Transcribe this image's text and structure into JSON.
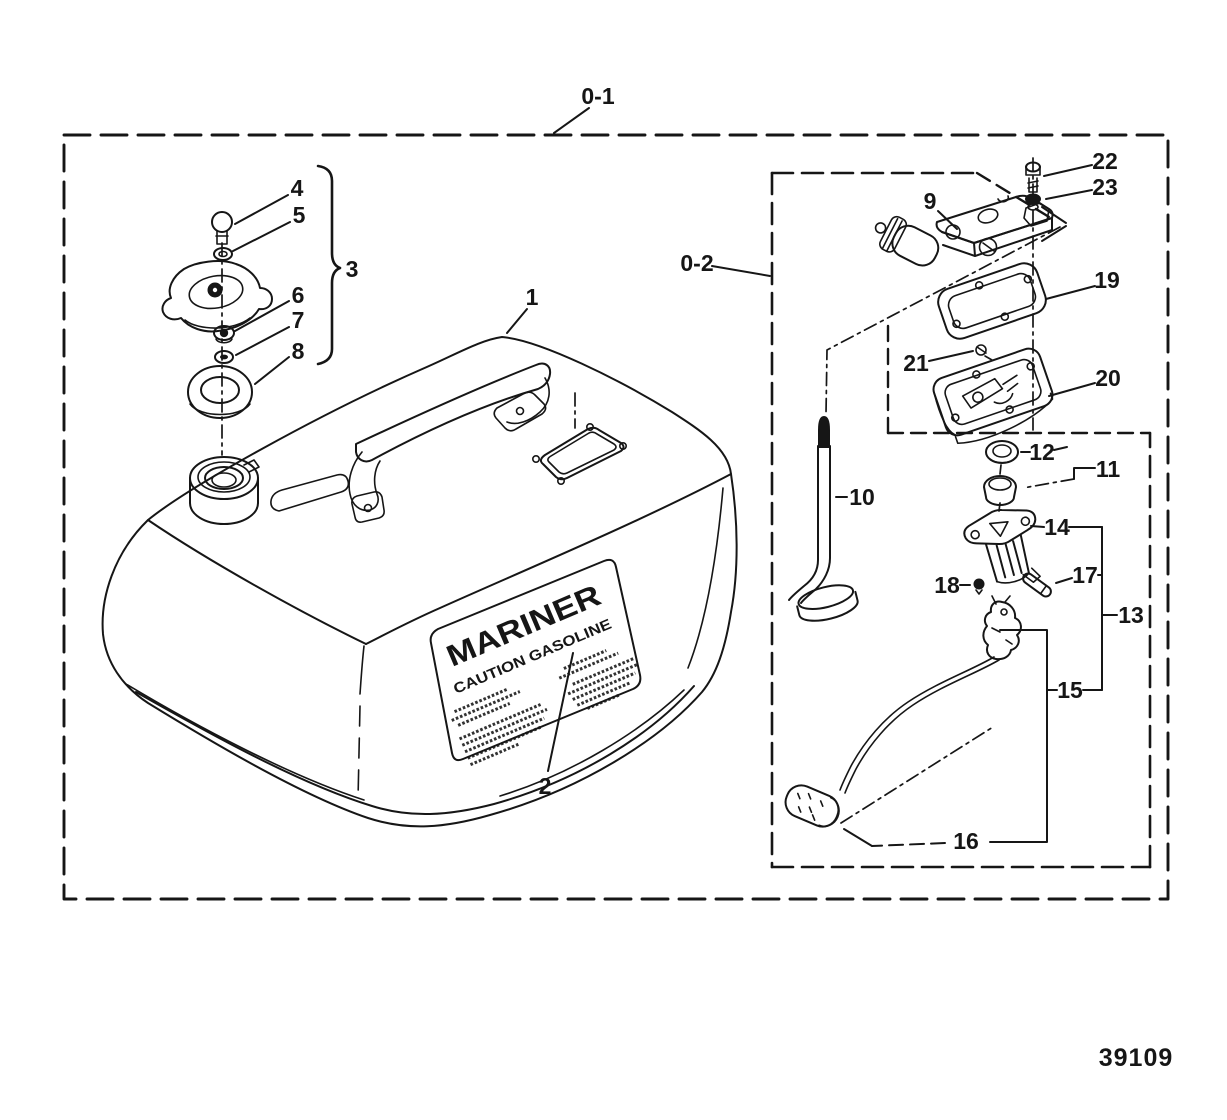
{
  "figure": {
    "drawing_number": "39109",
    "frames": {
      "outer": "0-1",
      "sub": "0-2"
    },
    "decal": {
      "brand": "MARINER",
      "caution": "CAUTION GASOLINE"
    },
    "colors": {
      "ink": "#161616",
      "paper": "#ffffff"
    },
    "callouts": {
      "c1": "1",
      "c2": "2",
      "c3": "3",
      "c4": "4",
      "c5": "5",
      "c6": "6",
      "c7": "7",
      "c8": "8",
      "c9": "9",
      "c10": "10",
      "c11": "11",
      "c12": "12",
      "c13": "13",
      "c14": "14",
      "c15": "15",
      "c16": "16",
      "c17": "17",
      "c18": "18",
      "c19": "19",
      "c20": "20",
      "c21": "21",
      "c22": "22",
      "c23": "23"
    }
  }
}
